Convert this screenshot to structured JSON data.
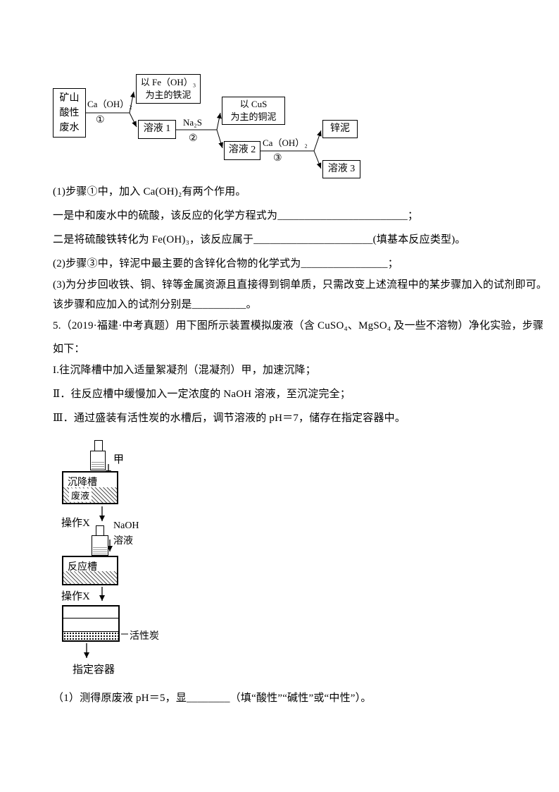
{
  "flowchart": {
    "source": "矿山\n酸性\n废水",
    "reagent1": "Ca（OH）₂",
    "step1": "①",
    "iron_mud": "以 Fe（OH）₃\n为主的铁泥",
    "solution1": "溶液 1",
    "reagent2": "Na₂S",
    "step2": "②",
    "copper_mud": "以 CuS\n为主的铜泥",
    "solution2": "溶液 2",
    "reagent3": "Ca（OH）₂",
    "step3": "③",
    "zinc_mud": "锌泥",
    "solution3": "溶液 3"
  },
  "question4": {
    "q1_intro": "(1)步骤①中，加入 Ca(OH)₂有两个作用。",
    "q1_part1": "一是中和废水中的硫酸，该反应的化学方程式为________________________；",
    "q1_part2": "二是将硫酸铁转化为 Fe(OH)₃，该反应属于______________________(填基本反应类型)。",
    "q2": "(2)步骤③中，锌泥中最主要的含锌化合物的化学式为________________；",
    "q3_line1": "(3)为分步回收铁、铜、锌等金属资源且直接得到铜单质，只需改变上述流程中的某步骤加入的试剂即可。",
    "q3_line2": "该步骤和应加入的试剂分别是__________。"
  },
  "question5": {
    "stem_line1": "5.（2019·福建·中考真题）用下图所示装置模拟废液（含 CuSO₄、MgSO₄ 及一些不溶物）净化实验，步骤",
    "stem_line2": "如下：",
    "step1": "I.往沉降槽中加入适量絮凝剂（混凝剂）甲，加速沉降；",
    "step2": "Ⅱ．往反应槽中缓慢加入一定浓度的 NaOH 溶液，至沉淀完全；",
    "step3": "Ⅲ．通过盛装有活性炭的水槽后，调节溶液的 pH＝7，储存在指定容器中。",
    "sub_q1": "（1）测得原废液 pH＝5，显________（填“酸性”“碱性”或“中性”）。"
  },
  "apparatus": {
    "bottle1_label": "甲",
    "tank1_label": "沉降槽",
    "tank1_liquid_label": "废液",
    "operation1_label": "操作X",
    "bottle2_label1": "NaOH",
    "bottle2_label2": "溶液",
    "tank2_label": "反应槽",
    "operation2_label": "操作X",
    "carbon_label": "活性炭",
    "container_label": "指定容器"
  }
}
